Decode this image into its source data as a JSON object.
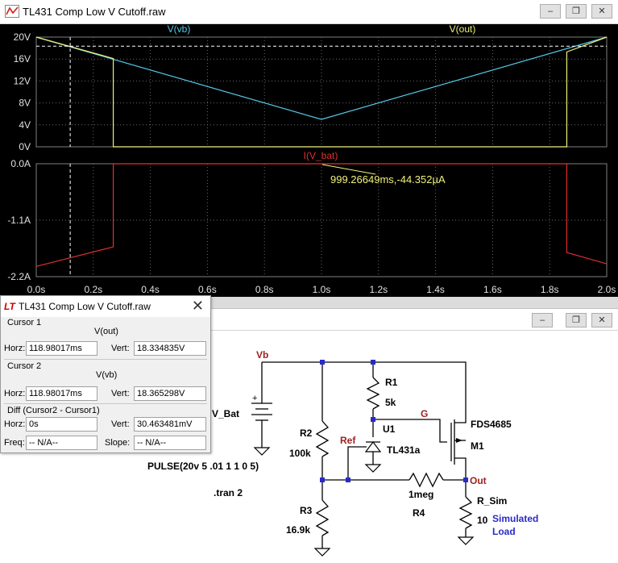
{
  "window": {
    "title": "TL431 Comp Low V Cutoff.raw",
    "buttons": [
      "minimize",
      "restore",
      "close"
    ]
  },
  "colors": {
    "plot_bg": "#000000",
    "vb_trace": "#55c8e8",
    "vout_trace": "#f0f07a",
    "ibat_trace": "#e03030",
    "axis_text": "#e0e0e0",
    "schematic_wire": "#000000",
    "junction": "#2a2ac8",
    "net_label": "#a02020"
  },
  "plot": {
    "top_pane": {
      "y_ticks": [
        "20V",
        "16V",
        "12V",
        "8V",
        "4V",
        "0V"
      ],
      "labels": {
        "vb": "V(vb)",
        "vout": "V(out)"
      }
    },
    "bottom_pane": {
      "y_ticks": [
        "0.0A",
        "-1.1A",
        "-2.2A"
      ],
      "label": "I(V_bat)",
      "annotation": "999.26649ms,-44.352µA"
    },
    "x_ticks": [
      "0.0s",
      "0.2s",
      "0.4s",
      "0.6s",
      "0.8s",
      "1.0s",
      "1.2s",
      "1.4s",
      "1.6s",
      "1.8s",
      "2.0s"
    ]
  },
  "chart_data": {
    "type": "line",
    "xlabel": "",
    "xlim": [
      0,
      2.0
    ],
    "panes": [
      {
        "ylim": [
          0,
          20
        ],
        "series": [
          {
            "name": "V(vb)",
            "x": [
              0,
              1.0,
              2.0
            ],
            "y": [
              20,
              5,
              20
            ]
          },
          {
            "name": "V(out)",
            "x": [
              0,
              0.27,
              0.27,
              1.86,
              1.86,
              2.0
            ],
            "y": [
              20,
              16.1,
              0,
              0,
              17.3,
              20
            ]
          }
        ],
        "cursor_x": [
          0.119,
          0.119
        ]
      },
      {
        "ylim": [
          -2.2,
          0
        ],
        "series": [
          {
            "name": "I(V_bat)",
            "x": [
              0,
              0.27,
              0.27,
              1.86,
              1.86,
              2.0
            ],
            "y": [
              -2.0,
              -1.62,
              0,
              0,
              -1.73,
              -1.95
            ]
          }
        ]
      }
    ]
  },
  "cursor_dialog": {
    "title": "TL431 Comp Low V Cutoff.raw",
    "cursor1": {
      "header": "Cursor 1",
      "trace": "V(out)",
      "horz_label": "Horz:",
      "horz": "118.98017ms",
      "vert_label": "Vert:",
      "vert": "18.334835V"
    },
    "cursor2": {
      "header": "Cursor 2",
      "trace": "V(vb)",
      "horz_label": "Horz:",
      "horz": "118.98017ms",
      "vert_label": "Vert:",
      "vert": "18.365298V"
    },
    "diff": {
      "header": "Diff (Cursor2 - Cursor1)",
      "horz_label": "Horz:",
      "horz": "0s",
      "vert_label": "Vert:",
      "vert": "30.463481mV",
      "freq_label": "Freq:",
      "freq": "-- N/A--",
      "slope_label": "Slope:",
      "slope": "-- N/A--"
    }
  },
  "schematic": {
    "net_vb": "Vb",
    "v_bat": "V_Bat",
    "source_spec": "PULSE(20v 5 .01 1 1 0 5)",
    "tran": ".tran 2",
    "r1": "R1",
    "r1_val": "5k",
    "r2": "R2",
    "r2_val": "100k",
    "r3": "R3",
    "r3_val": "16.9k",
    "r4": "R4",
    "r4_val": "1meg",
    "u1": "U1",
    "u1_part": "TL431a",
    "ref": "Ref",
    "g": "G",
    "m1_part": "FDS4685",
    "m1": "M1",
    "out": "Out",
    "rsim": "R_Sim",
    "rsim_val": "10",
    "sim_load_1": "Simulated",
    "sim_load_2": "Load"
  }
}
